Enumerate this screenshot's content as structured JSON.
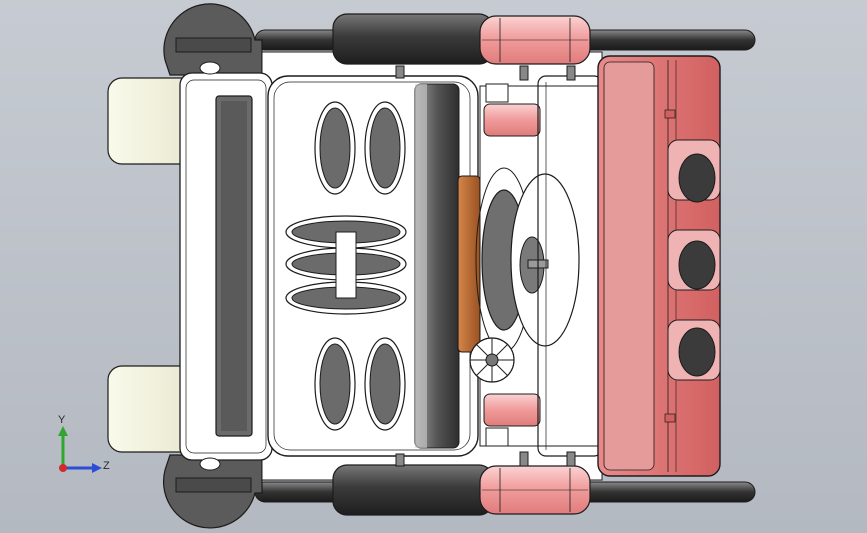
{
  "view": {
    "type": "3d-cad-viewport",
    "model": "engine-assembly-top-view",
    "background_gradient": [
      "#c6cbd2",
      "#b4b9c1"
    ]
  },
  "triad": {
    "axis_y_label": "Y",
    "axis_z_label": "Z",
    "colors": {
      "y": "#2fa62f",
      "z": "#2a4fd6",
      "x": "#d02a2a"
    }
  },
  "palette": {
    "body": "#ffffff",
    "outline": "#1c1c1c",
    "dark_grey": "#6f6f6f",
    "rocker_red": "#d96a6a",
    "rocker_red_light": "#eea8a8",
    "pink_cylinder": "#f3a7a7",
    "cream_mount": "#f2f2dc",
    "flywheel_grey": "#545454",
    "bronze": "#b8682e",
    "roller_dark": "#3e3e3e"
  }
}
